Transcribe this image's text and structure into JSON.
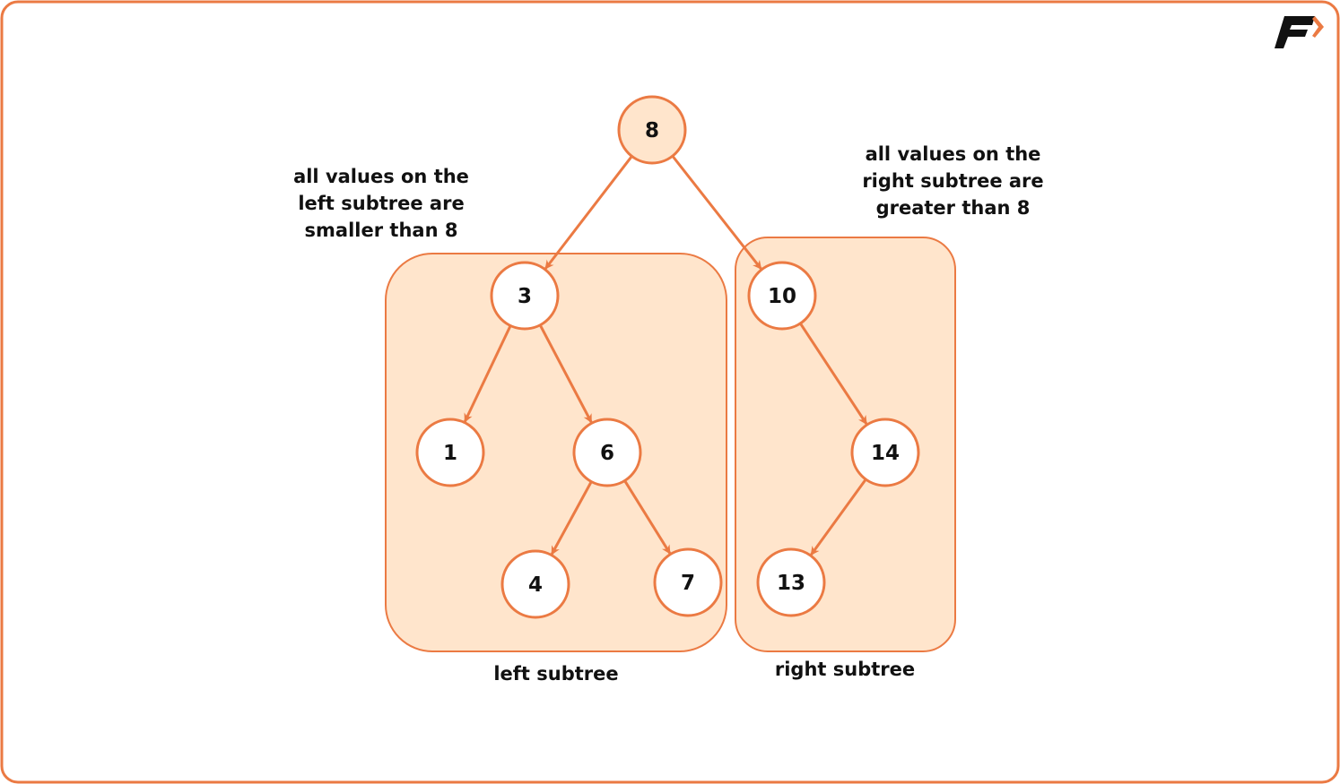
{
  "colors": {
    "accent": "#eb7a43",
    "fill": "#ffe5cc",
    "node": "#ffffff",
    "text": "#111111"
  },
  "annotations": {
    "left_note": "all values on the\nleft subtree are\nsmaller than 8",
    "right_note": "all values on the\nright subtree are\ngreater than 8",
    "left_caption": "left subtree",
    "right_caption": "right subtree"
  },
  "tree": {
    "nodes": [
      {
        "id": "n8",
        "value": "8",
        "root": true
      },
      {
        "id": "n3",
        "value": "3"
      },
      {
        "id": "n1",
        "value": "1"
      },
      {
        "id": "n6",
        "value": "6"
      },
      {
        "id": "n4",
        "value": "4"
      },
      {
        "id": "n7",
        "value": "7"
      },
      {
        "id": "n10",
        "value": "10"
      },
      {
        "id": "n14",
        "value": "14"
      },
      {
        "id": "n13",
        "value": "13"
      }
    ],
    "edges": [
      [
        "n8",
        "n3"
      ],
      [
        "n8",
        "n10"
      ],
      [
        "n3",
        "n1"
      ],
      [
        "n3",
        "n6"
      ],
      [
        "n6",
        "n4"
      ],
      [
        "n6",
        "n7"
      ],
      [
        "n10",
        "n14"
      ],
      [
        "n14",
        "n13"
      ]
    ]
  }
}
